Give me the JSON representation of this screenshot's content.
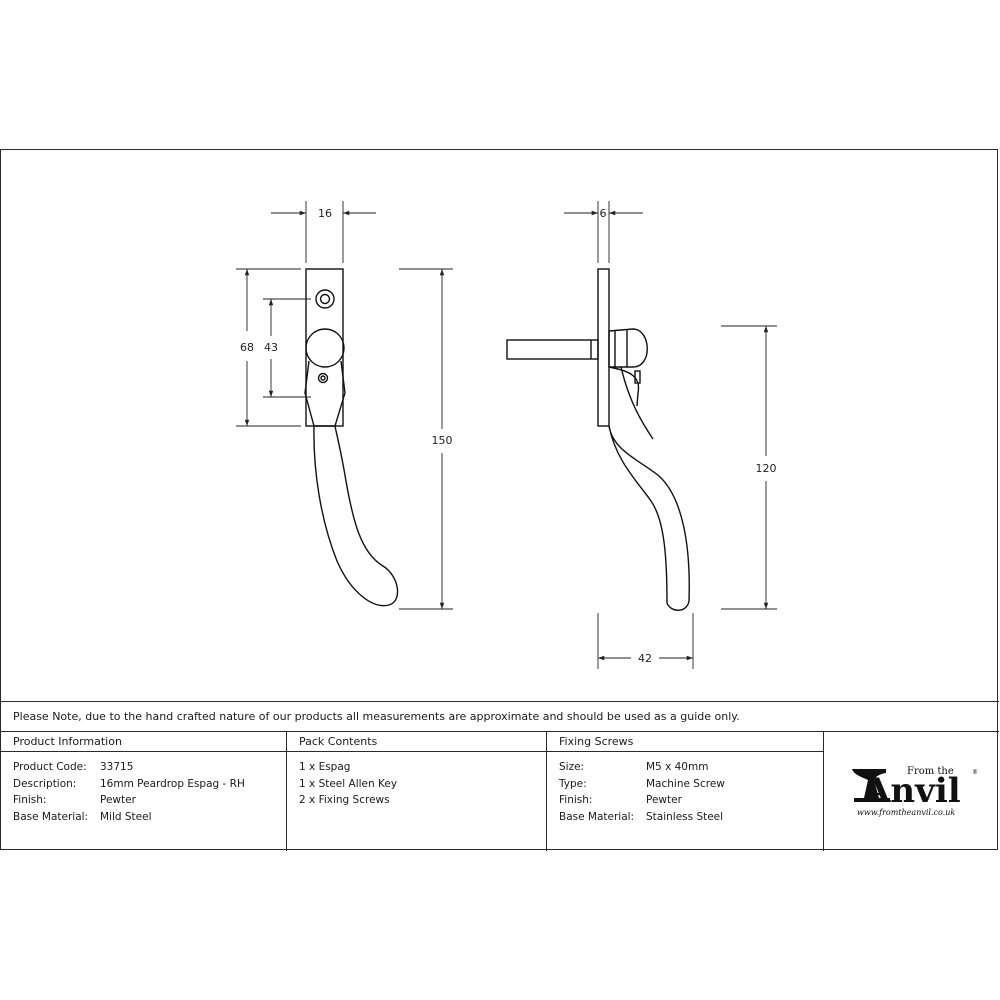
{
  "dimensions": {
    "front_width": "16",
    "front_height_top": "68",
    "front_hole_spacing": "43",
    "overall_length": "150",
    "side_depth": "6",
    "side_drop": "120",
    "side_projection": "42"
  },
  "note": "Please Note, due to the hand crafted nature of our products all measurements are approximate and should be used as a guide only.",
  "product_information": {
    "heading": "Product Information",
    "rows": [
      {
        "label": "Product Code:",
        "value": "33715"
      },
      {
        "label": "Description:",
        "value": "16mm Peardrop Espag - RH"
      },
      {
        "label": "Finish:",
        "value": "Pewter"
      },
      {
        "label": "Base Material:",
        "value": "Mild Steel"
      }
    ]
  },
  "pack_contents": {
    "heading": "Pack Contents",
    "items": [
      "1 x Espag",
      "1 x Steel Allen Key",
      "2 x Fixing Screws"
    ]
  },
  "fixing_screws": {
    "heading": "Fixing Screws",
    "rows": [
      {
        "label": "Size:",
        "value": "M5 x 40mm"
      },
      {
        "label": "Type:",
        "value": "Machine Screw"
      },
      {
        "label": "Finish:",
        "value": "Pewter"
      },
      {
        "label": "Base Material:",
        "value": "Stainless Steel"
      }
    ]
  },
  "logo": {
    "from_the": "From the",
    "brand": "Anvil",
    "registered": "®",
    "url": "www.fromtheanvil.co.uk"
  }
}
